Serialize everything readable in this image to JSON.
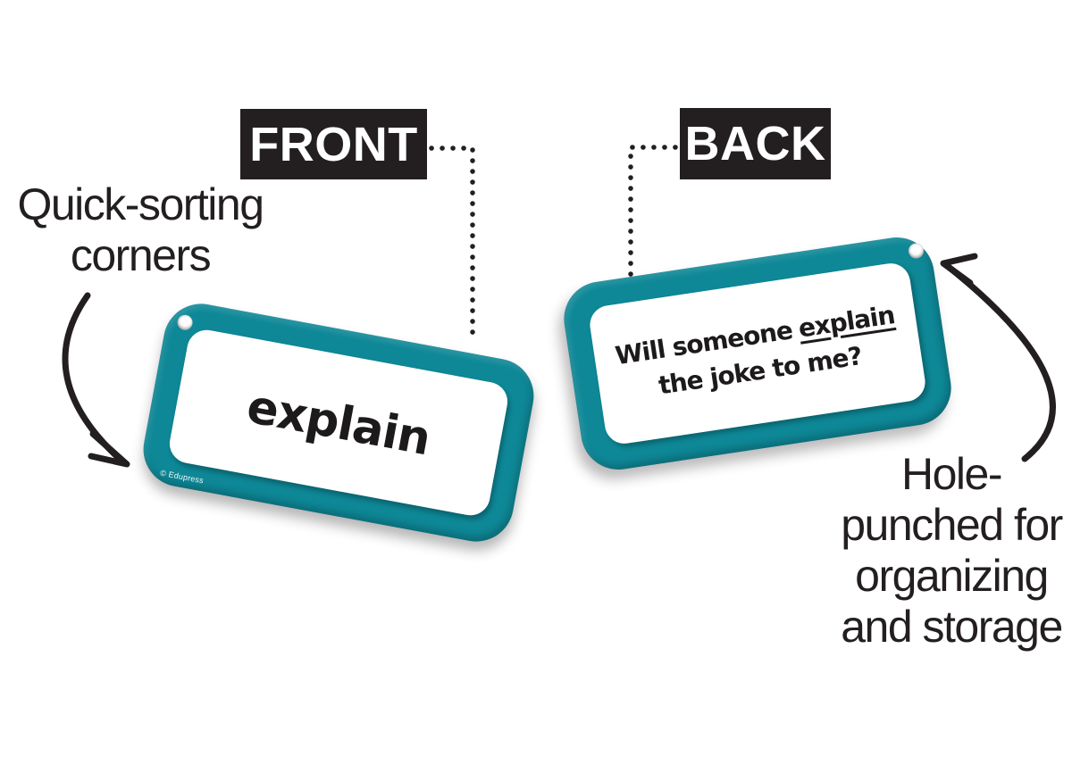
{
  "labels": {
    "front": "FRONT",
    "back": "BACK"
  },
  "annotations": {
    "quick_sorting": {
      "lines": [
        "Quick-sorting",
        "corners"
      ]
    },
    "hole_punched": {
      "lines": [
        "Hole-",
        "punched for",
        "organizing",
        "and storage"
      ]
    }
  },
  "front_card": {
    "word": "explain",
    "copyright": "© Edupress"
  },
  "back_card": {
    "line1_prefix": "Will someone",
    "line1_underlined": "explain",
    "line2": "the joke to me?"
  },
  "colors": {
    "card_teal": "#0E8897",
    "ink_black": "#231F20"
  }
}
